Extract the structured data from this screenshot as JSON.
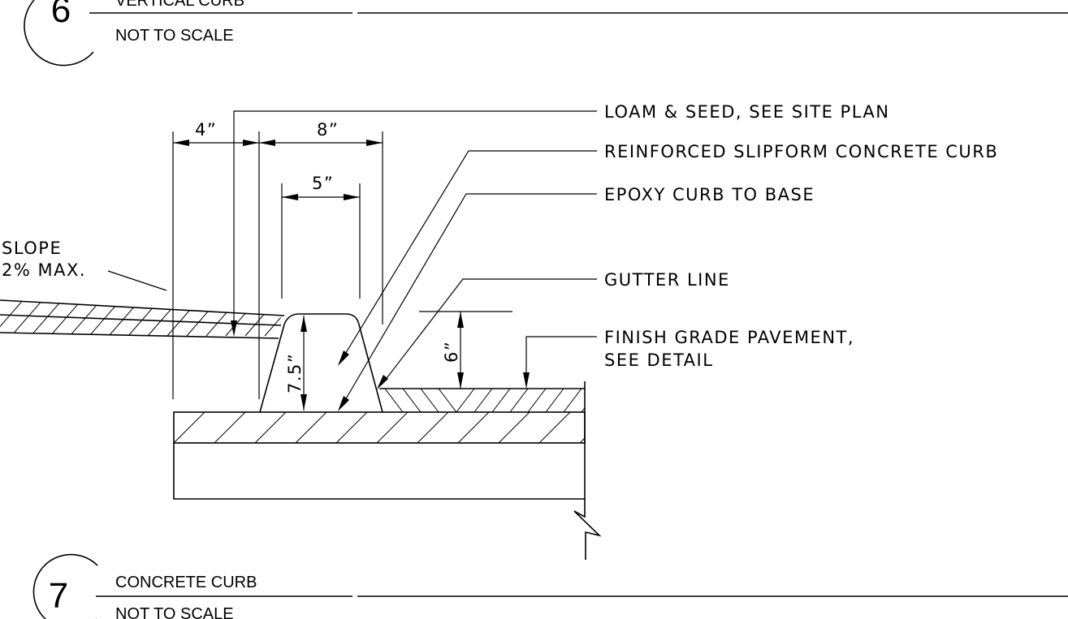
{
  "detail_top": {
    "number": "6",
    "title": "VERTICAL CURB",
    "scale": "NOT TO SCALE"
  },
  "detail_bottom": {
    "number": "7",
    "title": "CONCRETE CURB",
    "scale": "NOT TO SCALE"
  },
  "dimensions": {
    "width_4": "4”",
    "width_8": "8”",
    "width_5": "5”",
    "height_7_5": "7.5”",
    "height_6": "6”"
  },
  "slope": {
    "line1": "SLOPE",
    "line2": "2% MAX."
  },
  "callouts": {
    "loam": "LOAM & SEED, SEE SITE PLAN",
    "curb": "REINFORCED SLIPFORM CONCRETE CURB",
    "epoxy": "EPOXY CURB TO BASE",
    "gutter": "GUTTER LINE",
    "finish_line1": "FINISH GRADE PAVEMENT,",
    "finish_line2": "SEE DETAIL"
  }
}
